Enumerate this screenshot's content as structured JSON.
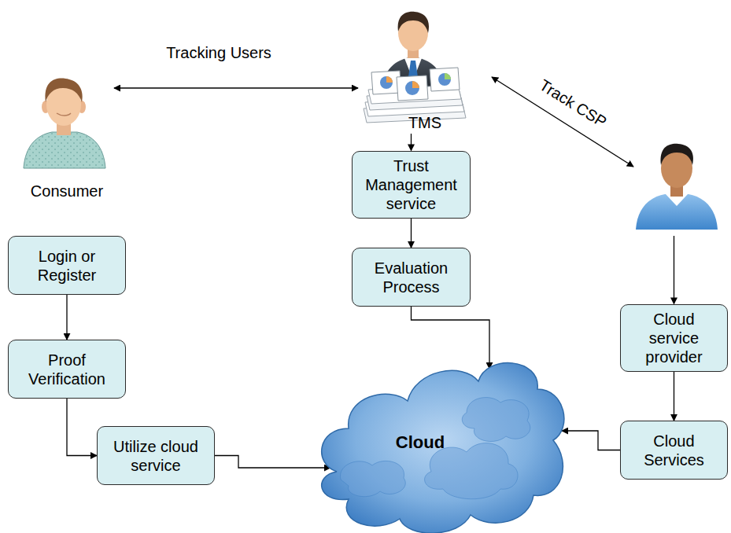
{
  "diagram": {
    "nodes": [
      {
        "text": [
          "Consumer"
        ]
      },
      {
        "text": [
          "TMS"
        ]
      },
      {
        "text": []
      },
      {
        "text": [
          "Trust Management service"
        ]
      },
      {
        "text": [
          "Login or Register"
        ]
      },
      {
        "text": [
          "Evaluation Process"
        ]
      },
      {
        "text": [
          "Proof Verification"
        ]
      },
      {
        "text": [
          "Cloud service provider"
        ]
      },
      {
        "text": [
          "Utilize cloud service"
        ]
      },
      {
        "text": [
          "Cloud"
        ]
      },
      {
        "text": [
          "Cloud Services"
        ]
      }
    ],
    "edges": [
      {
        "from": 0,
        "to": 1,
        "label": "Tracking Users",
        "arrow": "both"
      },
      {
        "from": 1,
        "to": 2,
        "label": "Track CSP",
        "arrow": "both"
      },
      {
        "from": 1,
        "to": 3,
        "arrow": "to"
      },
      {
        "from": 3,
        "to": 5,
        "arrow": "to"
      },
      {
        "from": 5,
        "to": 9,
        "arrow": "to"
      },
      {
        "from": 2,
        "to": 7,
        "arrow": "to"
      },
      {
        "from": 7,
        "to": 10,
        "arrow": "to"
      },
      {
        "from": 10,
        "to": 9,
        "arrow": "to"
      },
      {
        "from": 4,
        "to": 6,
        "arrow": "to"
      },
      {
        "from": 6,
        "to": 8,
        "arrow": "to"
      },
      {
        "from": 8,
        "to": 9,
        "arrow": "to"
      }
    ]
  }
}
